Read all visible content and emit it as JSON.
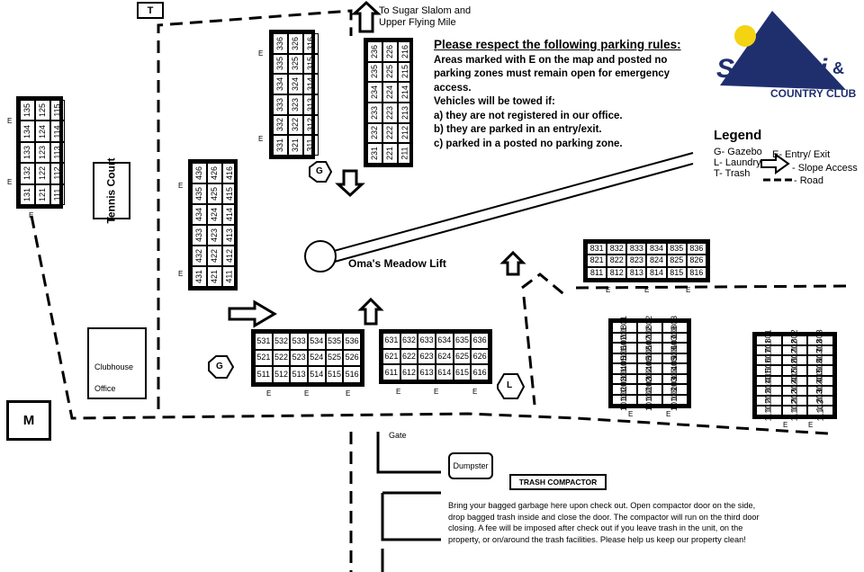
{
  "header": {
    "top_label": "T",
    "to_label": "To Sugar  Slalom and Upper Flying Mile"
  },
  "rules": {
    "title": "Please respect the following parking rules:",
    "lines": [
      "Areas marked with E on the map and posted no parking zones must remain open for emergency access.",
      "Vehicles will be towed if:",
      "a) they are not registered in our office.",
      "b) they are parked in an entry/exit.",
      "c) parked in a posted no parking zone."
    ]
  },
  "logo": {
    "word1": "SugarSki",
    "amp": "&",
    "word2": "COUNTRY CLUB",
    "colors": {
      "navy": "#1f2f6e",
      "yellow": "#f4d313"
    }
  },
  "legend": {
    "title": "Legend",
    "gazebo": "G- Gazebo",
    "laundry": "L- Laundry",
    "trash": "T- Trash",
    "entry": "E- Entry/ Exit",
    "slope": "- Slope Access",
    "road": "- Road"
  },
  "places": {
    "tennis": "Tennis Court",
    "clubhouse_1": "Clubhouse",
    "clubhouse_2": "Office",
    "m": "M",
    "lift": "Oma's Meadow Lift",
    "gate": "Gate",
    "dumpster": "Dumpster",
    "compactor": "TRASH COMPACTOR",
    "gazebo_mark": "G",
    "laundry_mark": "L",
    "entry_mark": "E"
  },
  "trash_text": "Bring your bagged garbage here upon check out. Open compactor door on the side, drop bagged trash inside and close the door.  The compactor will run on the third door closing.  A fee will be imposed after check out if you leave trash in the unit, on the property, or on/around the trash facilities.  Please help us keep our property clean!",
  "blocks": {
    "b100": [
      [
        "135",
        "134",
        "133",
        "132",
        "131"
      ],
      [
        "125",
        "124",
        "123",
        "122",
        "121"
      ],
      [
        "115",
        "114",
        "113",
        "112",
        "111"
      ]
    ],
    "b300": [
      [
        "336",
        "335",
        "334",
        "333",
        "332",
        "331"
      ],
      [
        "326",
        "325",
        "324",
        "323",
        "322",
        "321"
      ],
      [
        "316",
        "315",
        "314",
        "313",
        "312",
        "311"
      ]
    ],
    "b200": [
      [
        "236",
        "235",
        "234",
        "233",
        "232",
        "231"
      ],
      [
        "226",
        "225",
        "224",
        "223",
        "222",
        "221"
      ],
      [
        "216",
        "215",
        "214",
        "213",
        "212",
        "211"
      ]
    ],
    "b400": [
      [
        "436",
        "435",
        "434",
        "433",
        "432",
        "431"
      ],
      [
        "426",
        "425",
        "424",
        "423",
        "422",
        "421"
      ],
      [
        "416",
        "415",
        "414",
        "413",
        "412",
        "411"
      ]
    ],
    "b500": [
      [
        "531",
        "532",
        "533",
        "534",
        "535",
        "536"
      ],
      [
        "521",
        "522",
        "523",
        "524",
        "525",
        "526"
      ],
      [
        "511",
        "512",
        "513",
        "514",
        "515",
        "516"
      ]
    ],
    "b600": [
      [
        "631",
        "632",
        "633",
        "634",
        "635",
        "636"
      ],
      [
        "621",
        "622",
        "623",
        "624",
        "625",
        "626"
      ],
      [
        "611",
        "612",
        "613",
        "614",
        "615",
        "616"
      ]
    ],
    "b800": [
      [
        "831",
        "832",
        "833",
        "834",
        "835",
        "836"
      ],
      [
        "821",
        "822",
        "823",
        "824",
        "825",
        "826"
      ],
      [
        "811",
        "812",
        "813",
        "814",
        "815",
        "816"
      ]
    ],
    "b10k": [
      [
        "10801",
        "10701",
        "10601",
        "10501",
        "10401",
        "10301",
        "10201",
        "10101"
      ],
      [
        "10802",
        "10702",
        "10602",
        "10502",
        "10402",
        "10302",
        "10202",
        "10102"
      ],
      [
        "10803",
        "10703",
        "10603",
        "10503",
        "10403",
        "10303",
        "10203",
        "10103"
      ]
    ],
    "b11k": [
      [
        "11801",
        "11701",
        "11601",
        "11501",
        "11401",
        "11301",
        "11201",
        "11101"
      ],
      [
        "11802",
        "11702",
        "11602",
        "11502",
        "11402",
        "11302",
        "11202",
        "11102"
      ],
      [
        "11803",
        "11703",
        "11603",
        "11503",
        "11403",
        "11303",
        "11203",
        "11103"
      ]
    ]
  }
}
